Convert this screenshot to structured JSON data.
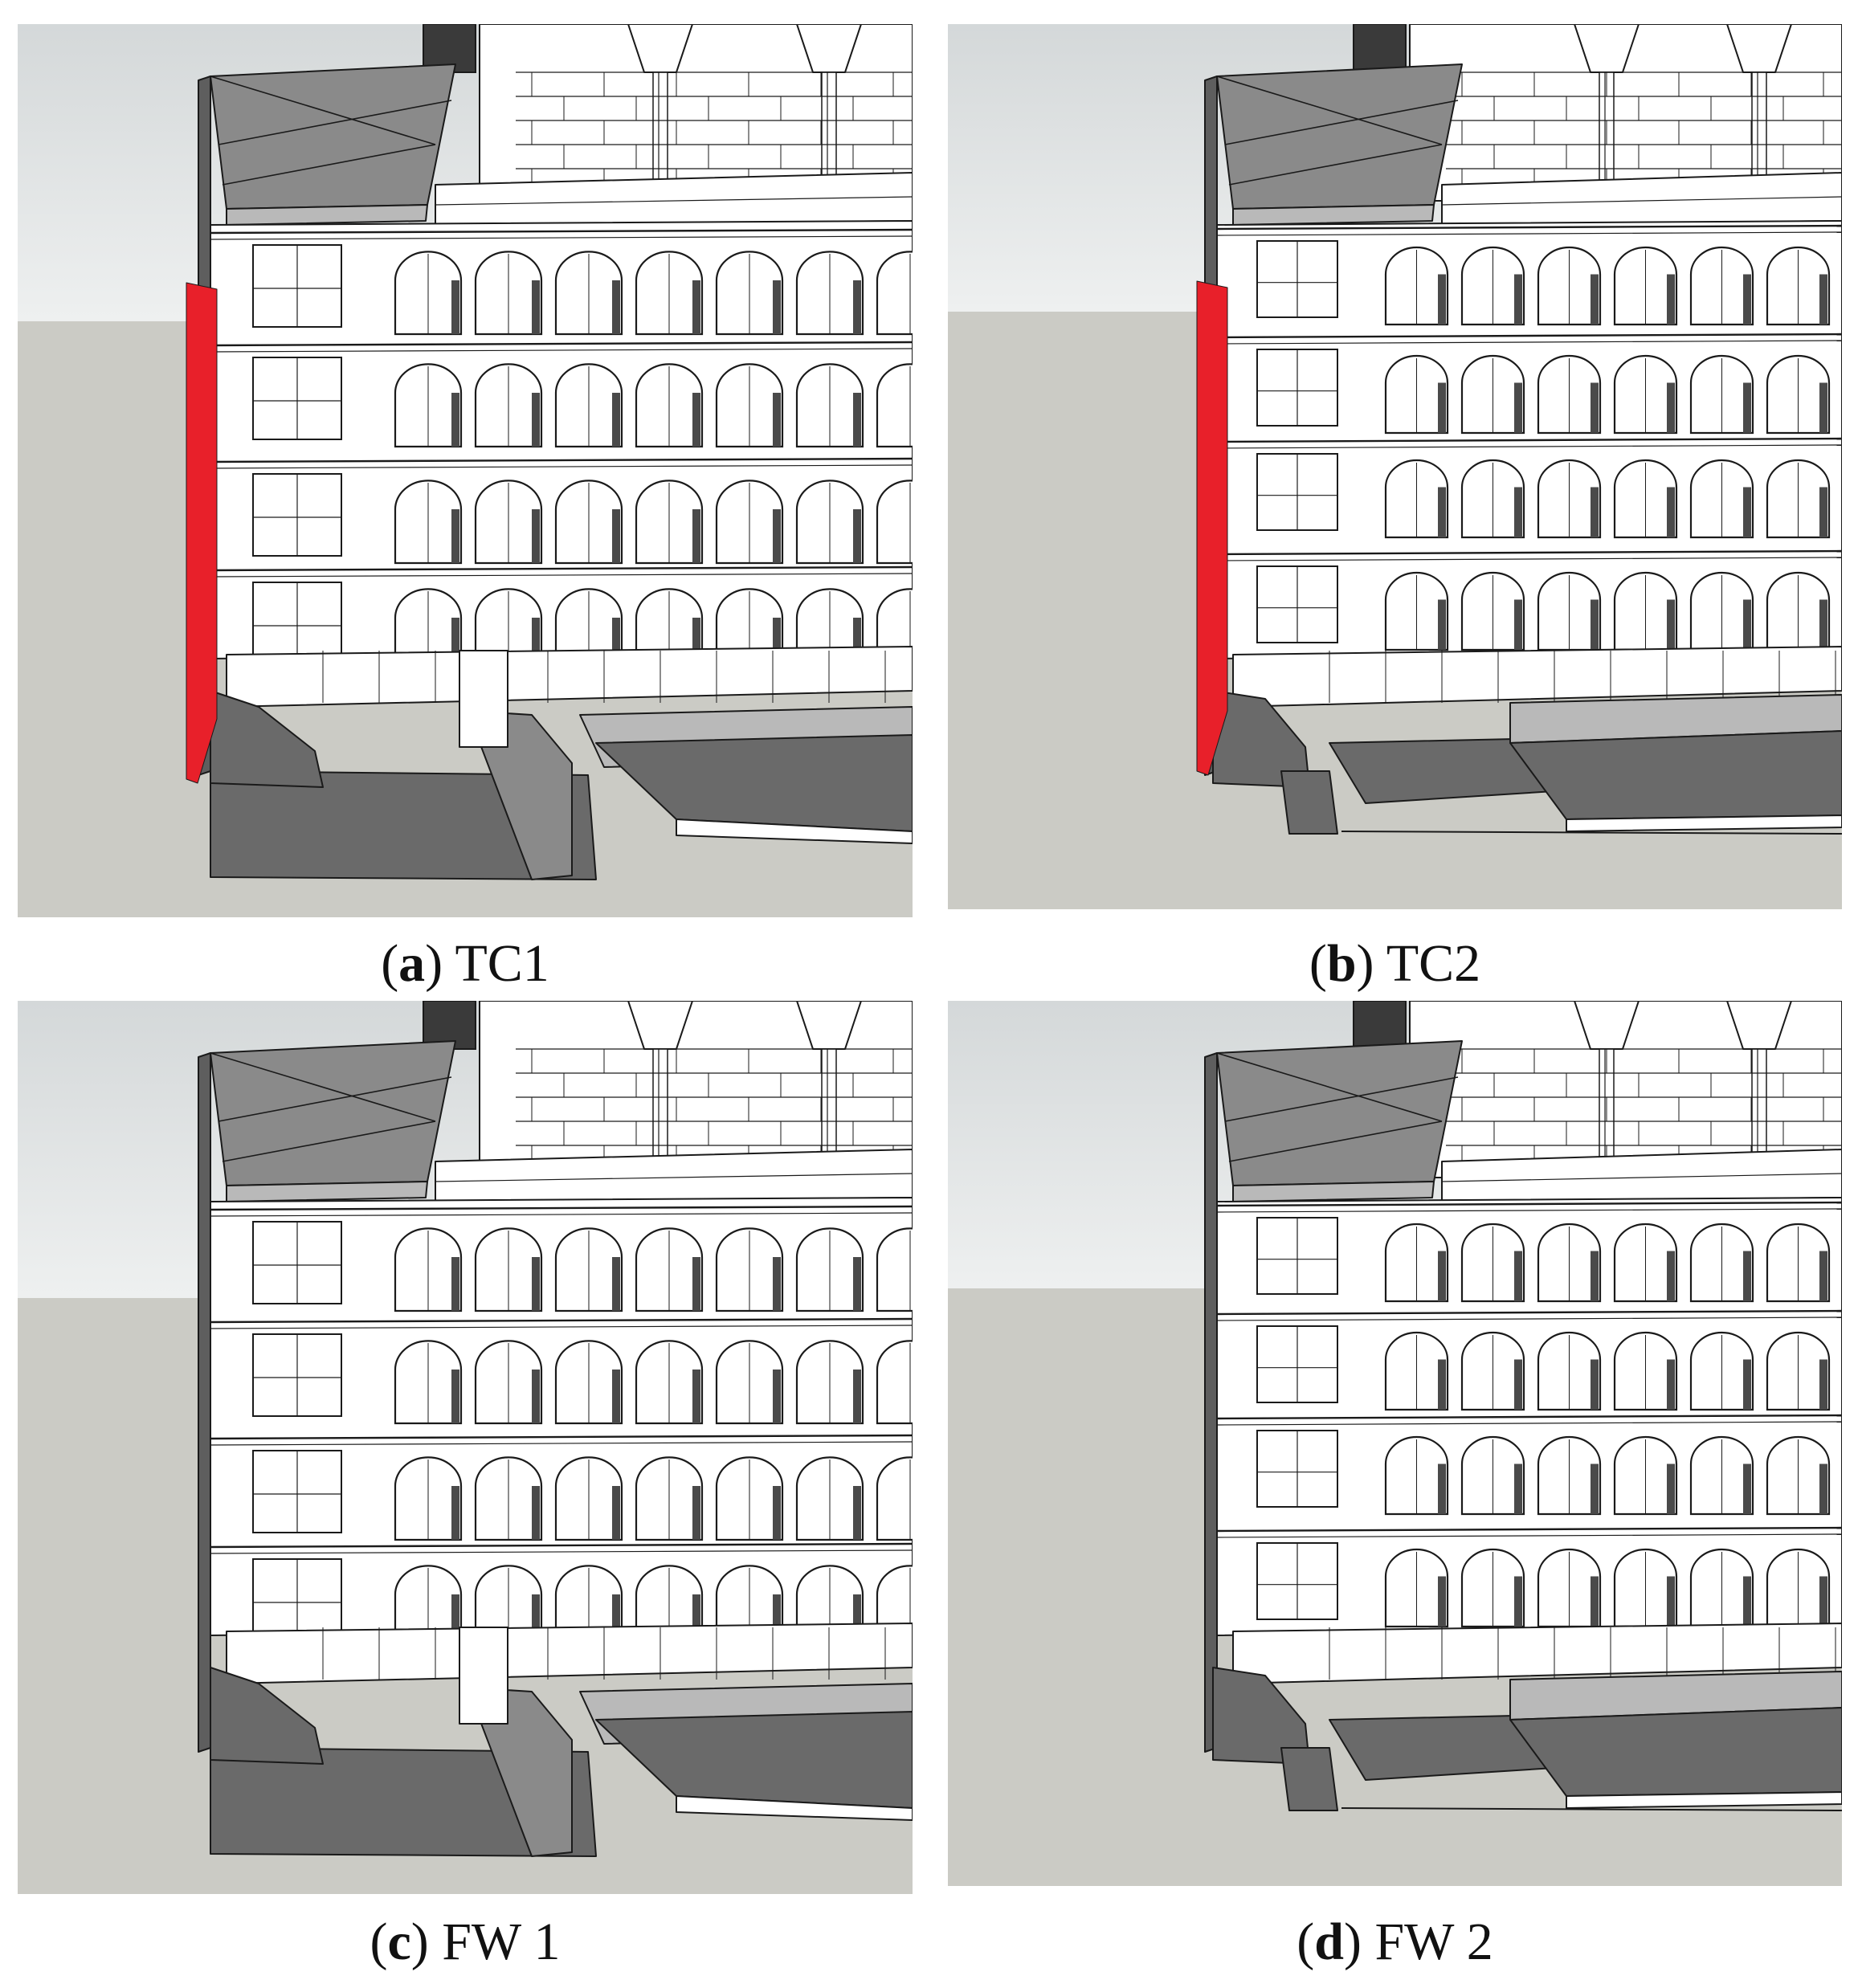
{
  "figure": {
    "panels": [
      {
        "id": "a",
        "letter": "a",
        "label": "TC1",
        "has_highlight": true,
        "variant": "1",
        "highlight_color": "#e8202a"
      },
      {
        "id": "b",
        "letter": "b",
        "label": "TC2",
        "has_highlight": true,
        "variant": "2",
        "highlight_color": "#e8202a"
      },
      {
        "id": "c",
        "letter": "c",
        "label": "FW 1",
        "has_highlight": false,
        "variant": "1"
      },
      {
        "id": "d",
        "letter": "d",
        "label": "FW 2",
        "has_highlight": false,
        "variant": "2"
      }
    ],
    "colors": {
      "sky_top": "#d4d8d9",
      "sky_bottom": "#eef0f0",
      "ground": "#cbcbc5",
      "facade": "#ffffff",
      "edge": "#1a1a1a",
      "dark_surface": "#6a6a6a",
      "mid_surface": "#8a8a8a",
      "light_surface": "#b9b9b9",
      "highlight": "#e8202a",
      "wall_gray": "#5e5e5e"
    }
  }
}
